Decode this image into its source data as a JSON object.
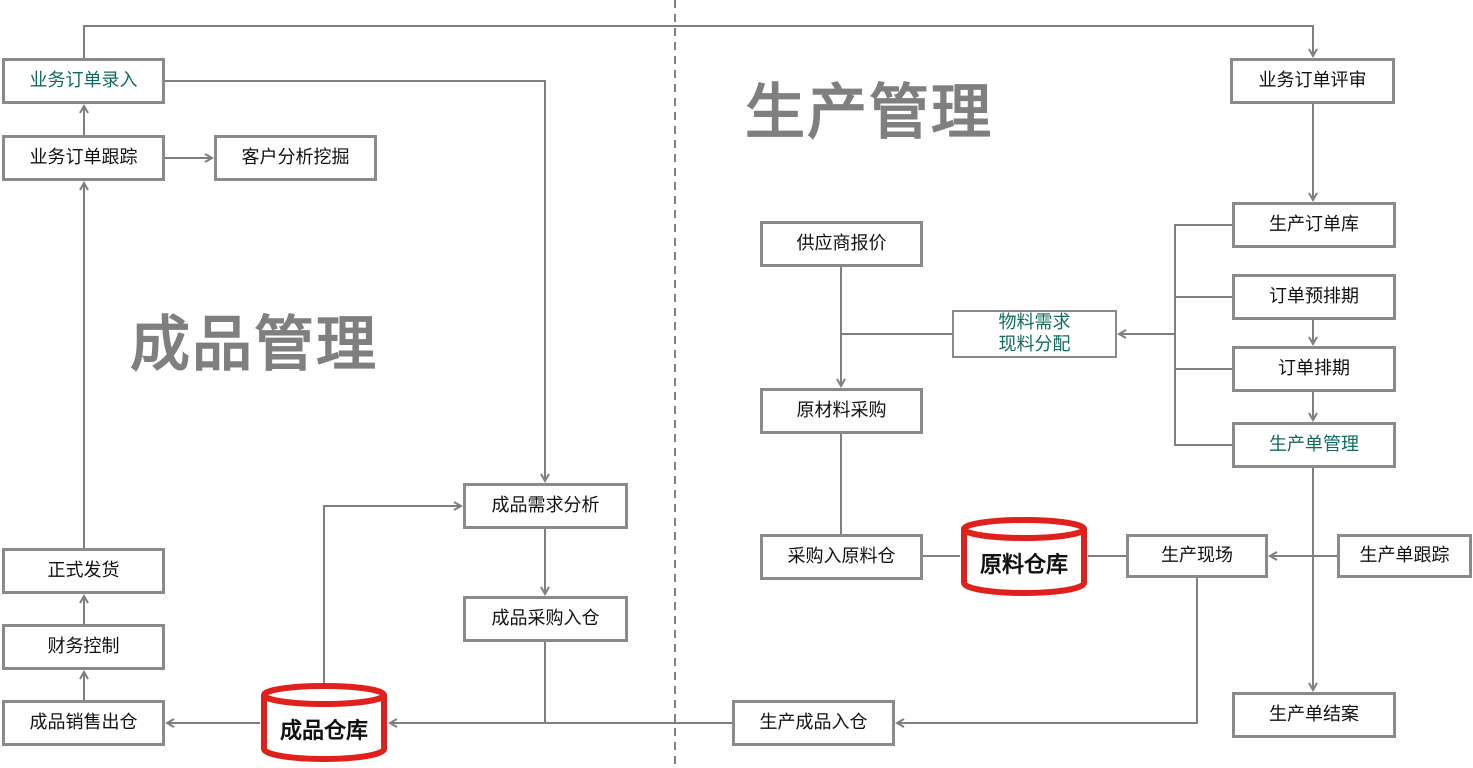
{
  "sections": {
    "production": "生产管理",
    "finished": "成品管理"
  },
  "boxes": {
    "order_entry": "业务订单录入",
    "order_track": "业务订单跟踪",
    "customer_mining": "客户分析挖掘",
    "shipping": "正式发货",
    "finance": "财务控制",
    "sales_out": "成品销售出仓",
    "demand_analysis": "成品需求分析",
    "purchase_in": "成品采购入仓",
    "finished_warehouse": "成品仓库",
    "production_in": "生产成品入仓",
    "order_review": "业务订单评审",
    "prod_order_lib": "生产订单库",
    "pre_schedule": "订单预排期",
    "schedule": "订单排期",
    "prod_mgmt": "生产单管理",
    "prod_close": "生产单结案",
    "prod_track": "生产单跟踪",
    "shop_floor": "生产现场",
    "raw_warehouse": "原料仓库",
    "raw_in": "采购入原料仓",
    "raw_purchase": "原材料采购",
    "supplier_quote": "供应商报价",
    "material_req_1": "物料需求",
    "material_req_2": "现料分配"
  },
  "colors": {
    "line": "#7f7f7f",
    "accent": "#0f6b5f",
    "warehouse": "#e0201b"
  }
}
